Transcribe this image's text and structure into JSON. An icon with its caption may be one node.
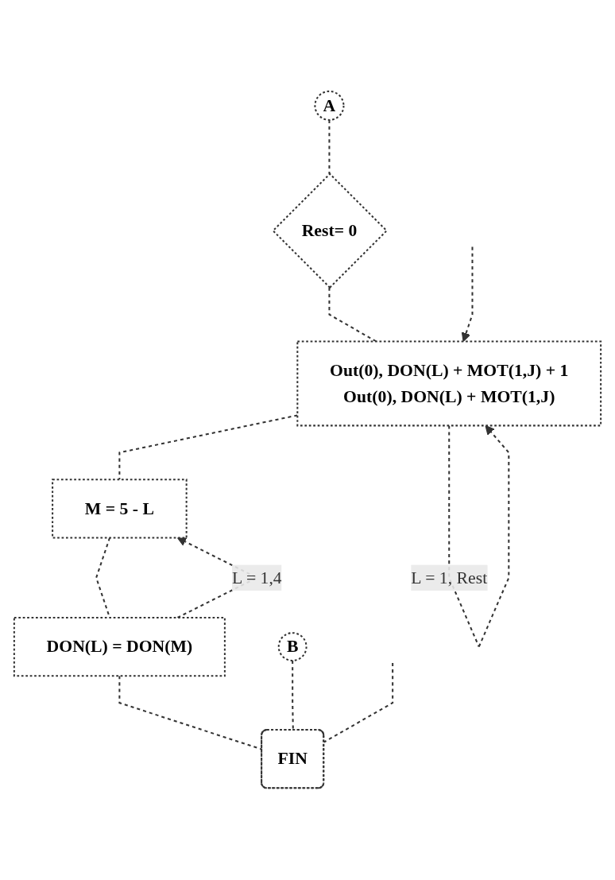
{
  "diagram": {
    "nodes": [
      {
        "text": [
          "B"
        ]
      },
      {
        "text": [
          "A"
        ]
      },
      {
        "text": [
          "Rest= 0"
        ]
      },
      {
        "text": [
          "Out(0), DON(L) + MOT(1,J) + 1",
          "Out(0), DON(L) + MOT(1,J)"
        ]
      },
      {
        "text": [
          "M = 5 - L"
        ]
      },
      {
        "text": [
          "DON(L) = DON(M)"
        ]
      },
      {
        "text": [
          "FIN"
        ]
      }
    ],
    "edges": [
      {
        "from": 1,
        "to": 2,
        "arrow": "none"
      },
      {
        "from": 2,
        "to": 3,
        "arrow": "none"
      },
      {
        "from": null,
        "to": 3,
        "arrow": "to"
      },
      {
        "from": 3,
        "to": 3,
        "arrow": "to",
        "label": "L = 1, Rest"
      },
      {
        "from": 3,
        "to": 4,
        "arrow": "none"
      },
      {
        "from": 4,
        "to": 5,
        "arrow": "none"
      },
      {
        "from": 5,
        "to": 4,
        "arrow": "to",
        "label": "L = 1,4"
      },
      {
        "from": 5,
        "to": 6,
        "arrow": "none"
      },
      {
        "from": 0,
        "to": 6,
        "arrow": "none"
      },
      {
        "from": null,
        "to": 6,
        "arrow": "none"
      }
    ]
  }
}
